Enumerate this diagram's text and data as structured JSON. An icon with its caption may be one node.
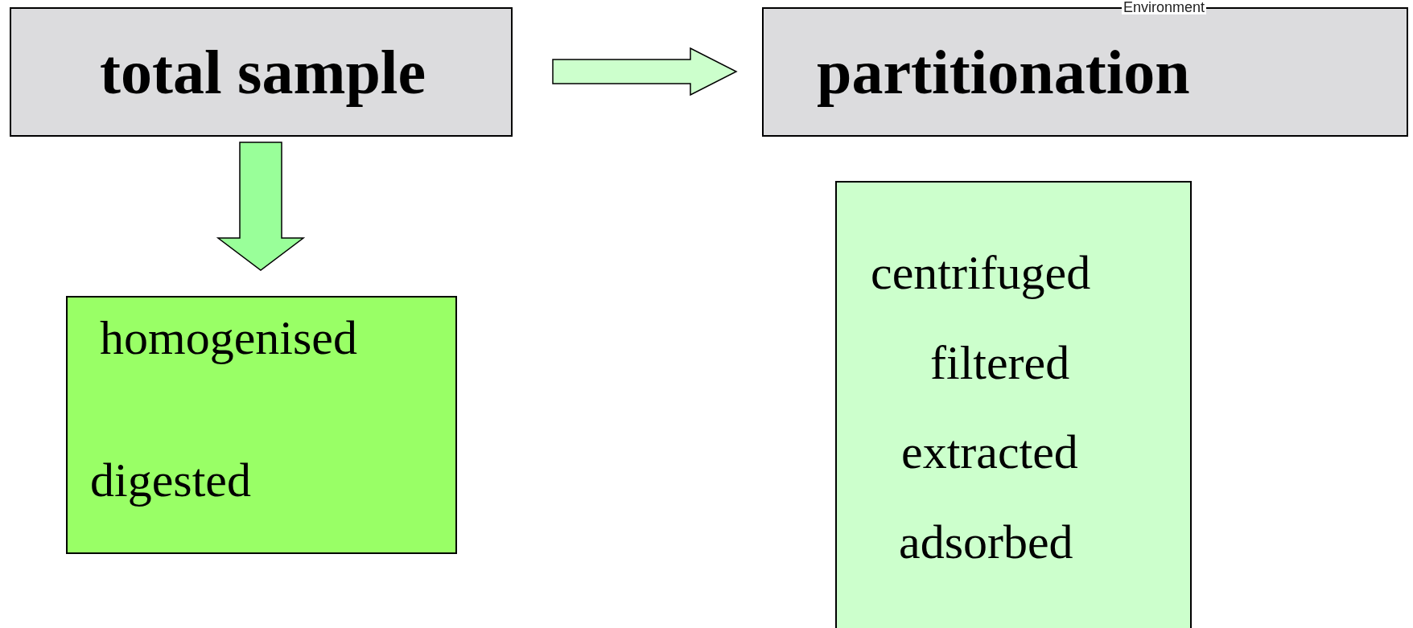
{
  "diagram": {
    "nodes": [
      {
        "text": [
          "total sample"
        ]
      },
      {
        "text": [
          "partitionation"
        ]
      },
      {
        "text": [
          "homogenised",
          "digested"
        ]
      },
      {
        "text": [
          "centrifuged",
          "filtered",
          "extracted",
          "adsorbed"
        ]
      }
    ],
    "edges": [
      {
        "from": 0,
        "to": 1,
        "arrow": "to"
      },
      {
        "from": 0,
        "to": 2,
        "arrow": "to"
      }
    ],
    "labels": [
      "Environment"
    ]
  }
}
